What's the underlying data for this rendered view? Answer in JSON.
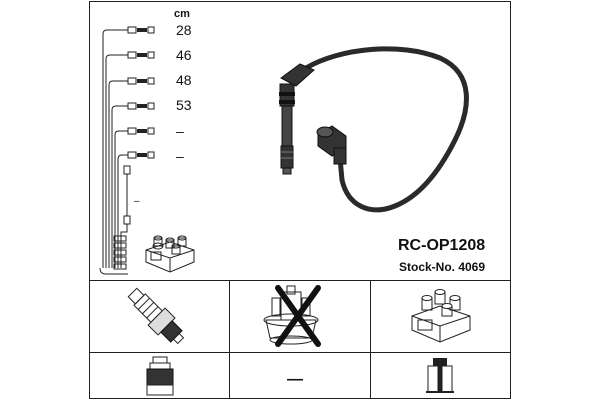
{
  "header": {
    "part_number": "RC-OP1208",
    "stock_number": "Stock-No. 4069"
  },
  "lengths": {
    "unit": "cm",
    "rows": [
      {
        "value": "28"
      },
      {
        "value": "46"
      },
      {
        "value": "48"
      },
      {
        "value": "53"
      },
      {
        "value": "–"
      },
      {
        "value": "–"
      }
    ],
    "extra_dash": "–"
  },
  "compatibility": {
    "distributor_cap": "not-applicable",
    "ignition_coil": "applicable",
    "no_part_mark": "—"
  },
  "colors": {
    "line": "#222222",
    "cable": "#2a2a2a",
    "background": "#ffffff"
  }
}
